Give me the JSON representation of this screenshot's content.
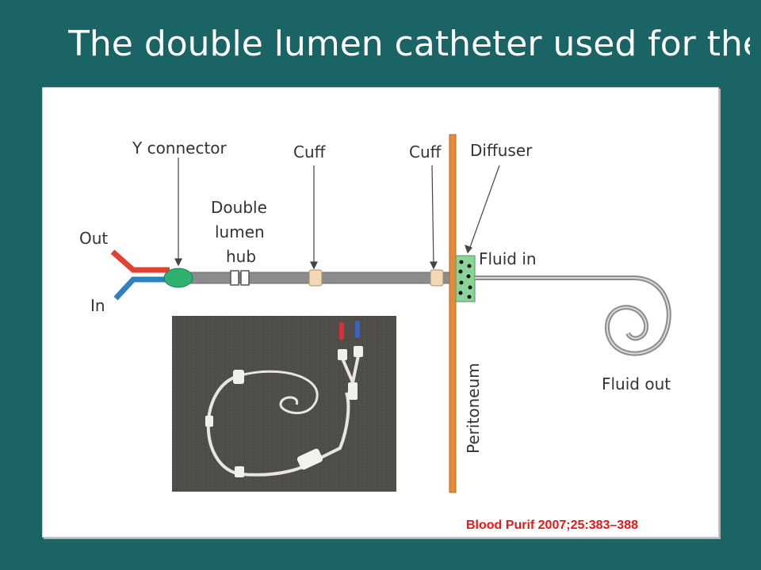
{
  "slide": {
    "title": "The double lumen catheter used for the ViWAK",
    "background_color": "#1b6466",
    "title_color": "#ffffff"
  },
  "diagram": {
    "labels": {
      "y_connector": "Y connector",
      "cuff_left": "Cuff",
      "cuff_right": "Cuff",
      "diffuser": "Diffuser",
      "hub_line1": "Double",
      "hub_line2": "lumen",
      "hub_line3": "hub",
      "out": "Out",
      "in": "In",
      "fluid_in": "Fluid in",
      "fluid_out": "Fluid out",
      "peritoneum": "Peritoneum"
    },
    "colors": {
      "out_tube": "#e3412f",
      "in_tube": "#2f7fc1",
      "connector": "#2fb06f",
      "catheter": "#8c8c8c",
      "peritoneum": "#e58a3a",
      "diffuser": "#8ad49a",
      "cuff": "#f1d9b5"
    },
    "photo_description_icon": "catheter-photo"
  },
  "citation": "Blood Purif 2007;25:383–388",
  "citation_color": "#e0191c"
}
